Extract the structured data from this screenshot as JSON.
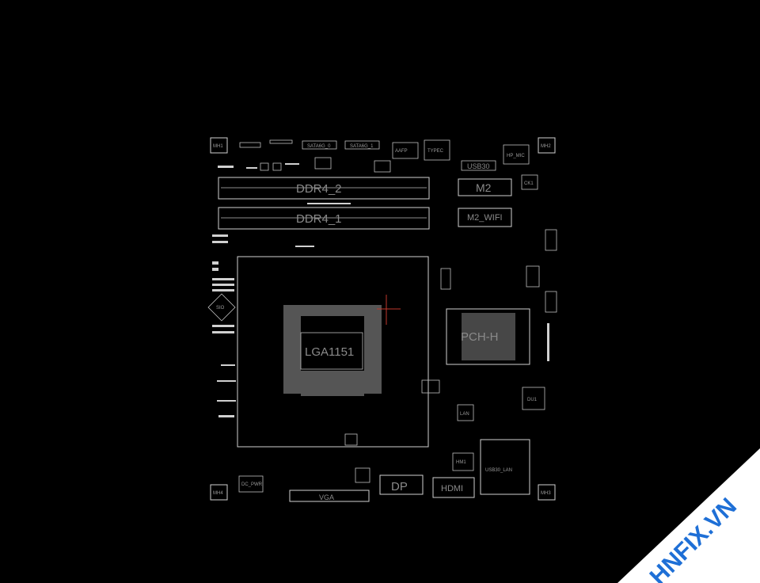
{
  "board": {
    "labels": {
      "ddr4_2": "DDR4_2",
      "ddr4_1": "DDR4_1",
      "m2": "M2",
      "m2_wifi": "M2_WIFI",
      "lga": "LGA1151",
      "pch": "PCH-H",
      "dp": "DP",
      "hdmi": "HDMI",
      "usb30": "USB30",
      "usb_lan": "USB30_LAN",
      "vga": "VGA",
      "dc_pwr": "DC_PWR",
      "sata0": "SATA6G_0",
      "sata1": "SATA6G_1",
      "aaafp": "AAFP",
      "type_c": "TYPEC",
      "hp_mic": "HP_MIC",
      "mh1": "MH1",
      "mh2": "MH2",
      "mh3": "MH3",
      "mh4": "MH4",
      "u_sio": "SIO",
      "u_lan": "LAN",
      "u_hdmi": "HM1",
      "u_audio": "DU1",
      "u_clk": "CK1"
    }
  },
  "watermark": {
    "text": "HNFIX.VN",
    "color": "#1e6fd6"
  }
}
